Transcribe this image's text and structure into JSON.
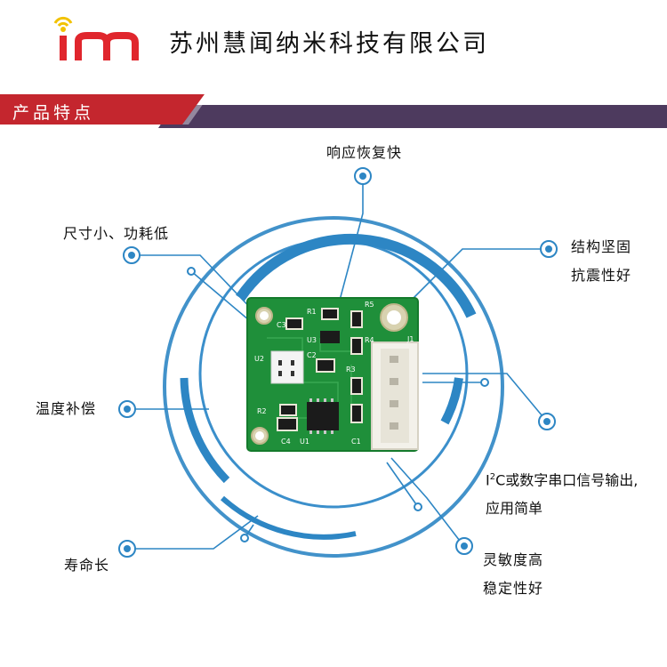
{
  "header": {
    "logo_text": "im",
    "company_name": "苏州慧闻纳米科技有限公司"
  },
  "banner": {
    "title": "产品特点"
  },
  "board_labels": {
    "c3": "C3",
    "r1": "R1",
    "r5": "R5",
    "u3": "U3",
    "c2": "C2",
    "r4": "R4",
    "j1": "J1",
    "u2": "U2",
    "r2": "R2",
    "r3": "R3",
    "c4": "C4",
    "u1": "U1",
    "c1": "C1"
  },
  "features": {
    "response": "响应恢复快",
    "size_power": "尺寸小、功耗低",
    "structure_line1": "结构坚固",
    "structure_line2": "抗震性好",
    "temp_comp": "温度补偿",
    "interface_sup": "2",
    "interface_line1_pre": "I",
    "interface_line1_post": "C或数字串口信号输出,",
    "interface_line2": "应用简单",
    "lifetime": "寿命长",
    "sensitivity_line1": "灵敏度高",
    "sensitivity_line2": "稳定性好"
  },
  "colors": {
    "logo_red": "#e0262d",
    "banner_red": "#c4262e",
    "banner_dark": "#4d3a5e",
    "ring_blue": "#2d86c4",
    "pcb_green": "#1f8f3a"
  }
}
